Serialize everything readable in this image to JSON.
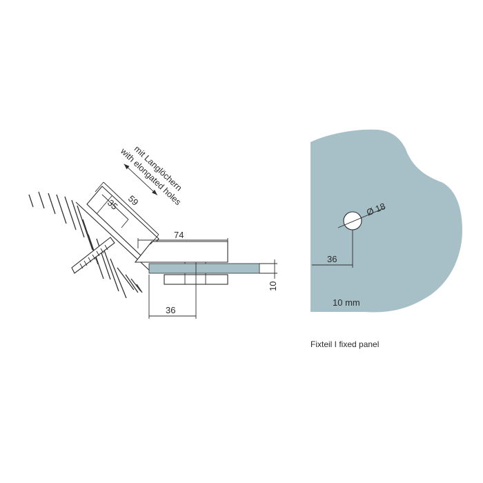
{
  "left_view": {
    "note_line1": "mit Langlöchern",
    "note_line2": "with elongated holes",
    "dims": {
      "d35": "35",
      "d59": "59",
      "d74": "74",
      "d36": "36",
      "d10": "10"
    }
  },
  "right_view": {
    "hole_diameter": "Ø 18",
    "edge_distance": "36",
    "glass_thickness": "10 mm",
    "caption": "Fixteil I fixed panel"
  },
  "colors": {
    "glass": "#a7c0c8",
    "line": "#2b2b2b"
  }
}
